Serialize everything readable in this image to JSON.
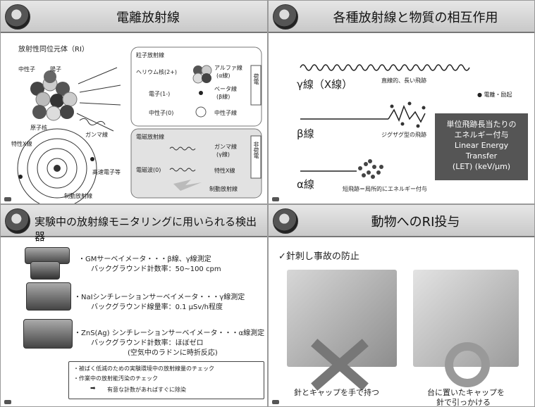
{
  "p1": {
    "title": "電離放射線",
    "ri_label": "放射性同位元体（RI）",
    "neutron": "中性子",
    "proton": "陽子",
    "nucleus": "原子核",
    "gamma": "ガンマ線",
    "char_x": "特性X線",
    "fast_e": "高速電子等",
    "brems": "制動放射線",
    "particle": {
      "heading": "粒子放射線",
      "helium": "ヘリウム核(2+)",
      "alpha": "アルファ線",
      "alpha_sym": "(α線)",
      "electron": "電子(1-)",
      "beta": "ベータ線",
      "beta_sym": "(β線)",
      "neutron0": "中性子(0)",
      "neutron_ray": "中性子線",
      "charged": "荷電"
    },
    "em": {
      "heading": "電磁放射線",
      "gamma_ray": "ガンマ線",
      "gamma_sym": "(γ線)",
      "em_wave": "電磁波(0)",
      "char_x": "特性X線",
      "brems": "制動放射線",
      "uncharged": "非荷電"
    }
  },
  "p2": {
    "title": "各種放射線と物質の相互作用",
    "gamma_label": "γ線（X線）",
    "straight": "直線的、長い飛跡",
    "ionize": "● 電離・励起",
    "beta_label": "β線",
    "zigzag": "ジグザグ型の飛跡",
    "alpha_label": "α線",
    "short": "短飛跡＝局所的にエネルギー付与",
    "let": [
      "単位飛跡長当たりの",
      "エネルギー付与",
      "Linear Energy",
      "Transfer",
      "(LET) (keV/μm)"
    ]
  },
  "p3": {
    "title": "実験中の放射線モニタリングに用いられる検出器",
    "d1_line1": "・GMサーベイメータ・・・β線、γ線測定",
    "d1_line2": "バックグラウンド計数率：50~100 cpm",
    "d2_line1": "・NaIシンチレーションサーベイメータ・・・γ線測定",
    "d2_line2": "バックグラウンド線量率：0.1 μSv/h程度",
    "d3_line1": "・ZnS(Ag) シンチレーションサーベイメータ・・・α線測定",
    "d3_line2": "バックグラウンド計数率：ほぼゼロ",
    "d3_line3": "(空気中のラドンに時折反応)",
    "notes": [
      "・被ばく低減のための実験環境中の放射線量のチェック",
      "・作業中の放射能汚染のチェック"
    ],
    "arrow_note": "有意な計数があればすぐに除染"
  },
  "p4": {
    "title": "動物へのRI投与",
    "check": "✓針刺し事故の防止",
    "cap_left": "針とキャップを手で持つ",
    "cap_right_1": "台に置いたキャップを",
    "cap_right_2": "針で引っかける"
  }
}
